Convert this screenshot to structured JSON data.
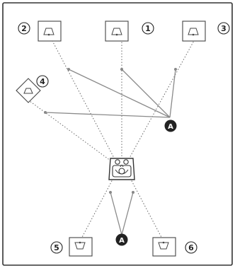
{
  "diagram": {
    "speakers": [
      {
        "id": "front-center",
        "number": "①"
      },
      {
        "id": "front-left",
        "number": "②"
      },
      {
        "id": "front-right",
        "number": "③"
      },
      {
        "id": "center-height",
        "number": "④"
      },
      {
        "id": "surround-left",
        "number": "⑤"
      },
      {
        "id": "surround-right",
        "number": "⑥"
      }
    ],
    "markers": [
      {
        "id": "upper",
        "label": "A"
      },
      {
        "id": "lower",
        "label": "A"
      }
    ],
    "colors": {
      "border": "#333333",
      "line": "#888888",
      "marker": "#222222",
      "speaker_stroke": "#444444"
    }
  }
}
